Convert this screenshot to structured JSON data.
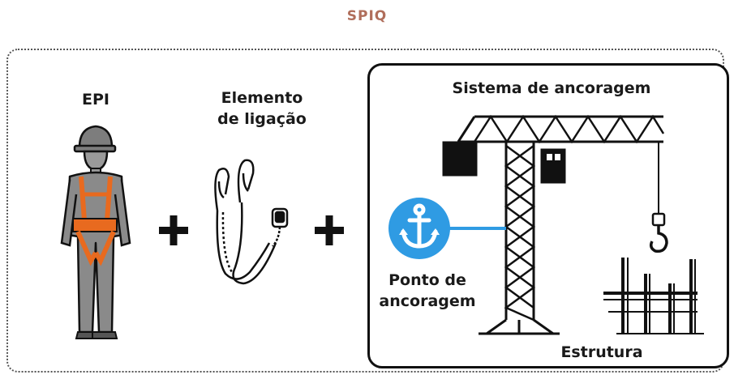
{
  "title": "SPIQ",
  "labels": {
    "epi": "EPI",
    "elemento_line1": "Elemento",
    "elemento_line2": "de ligação",
    "sistema": "Sistema de ancoragem",
    "ponto_line1": "Ponto de",
    "ponto_line2": "ancoragem",
    "estrutura": "Estrutura"
  },
  "operators": [
    "+",
    "+"
  ],
  "colors": {
    "title": "#b06e5b",
    "harness": "#e86a1f",
    "worker": "#8a8a8a",
    "anchor_circle": "#2f9be3",
    "connector_line": "#2f9be3",
    "ink": "#111111"
  },
  "icons": {
    "worker": "worker-with-harness-icon",
    "lanyard": "double-lanyard-icon",
    "anchor": "anchor-icon",
    "crane": "tower-crane-icon",
    "structure": "scaffold-structure-icon"
  }
}
